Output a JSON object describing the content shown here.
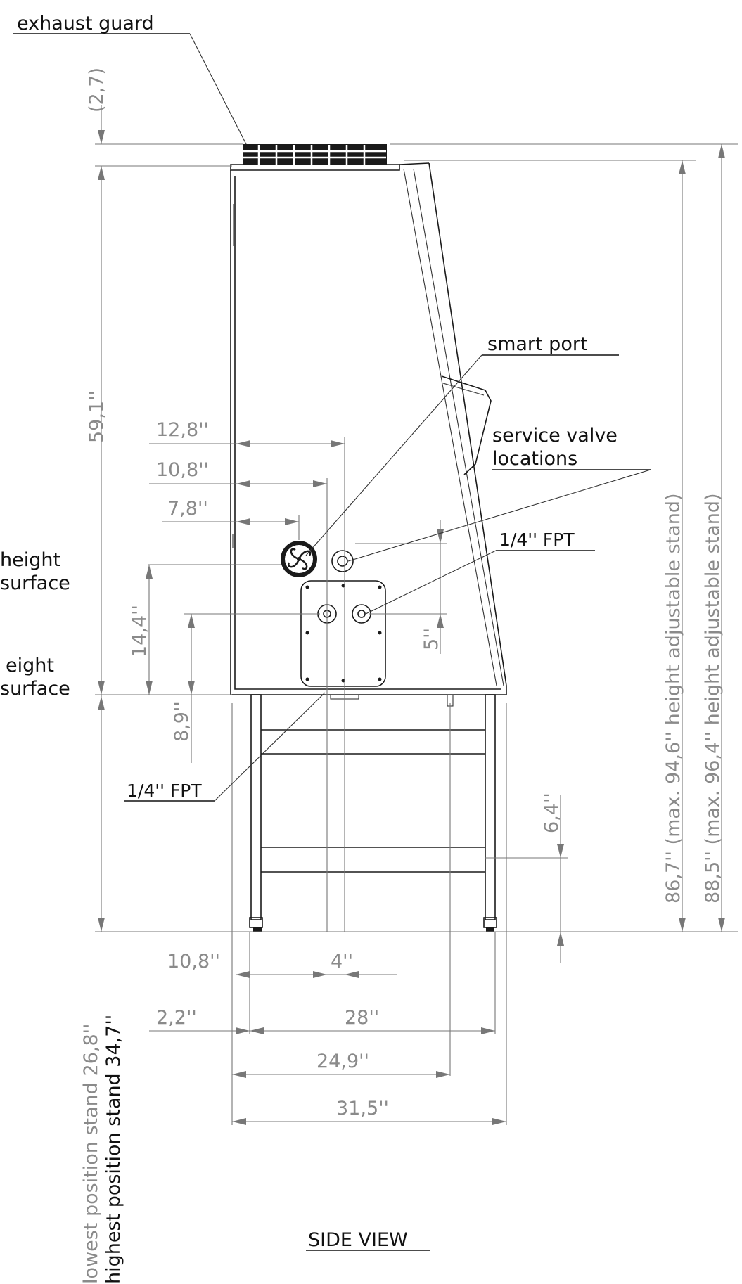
{
  "labels": {
    "exhaust_guard": "exhaust guard",
    "smart_port": "smart port",
    "service_valve_1": "service valve",
    "service_valve_2": "locations",
    "fpt_right": "1/4'' FPT",
    "fpt_left": "1/4'' FPT",
    "height_1": "height",
    "surface_1": "surface",
    "height_2": "eight",
    "surface_2": "surface",
    "view_title": "SIDE VIEW"
  },
  "dimensions": {
    "d_2_7": "(2,7)",
    "d_59_1": "59,1''",
    "d_12_8": "12,8''",
    "d_10_8_top": "10,8''",
    "d_7_8": "7,8''",
    "d_14_4": "14,4''",
    "d_8_9": "8,9''",
    "d_5": "5''",
    "d_6_4": "6,4''",
    "d_10_8_bottom": "10,8''",
    "d_4": "4''",
    "d_2_2": "2,2''",
    "d_28": "28''",
    "d_24_9": "24,9''",
    "d_31_5": "31,5''",
    "d_86_7": "86,7'' (max. 94,6'' height adjustable stand)",
    "d_88_5": "88,5'' (max. 96,4'' height adjustable stand)",
    "lowest_stand": "lowest position stand 26,8''",
    "highest_stand": "highest position stand 34,7''"
  }
}
